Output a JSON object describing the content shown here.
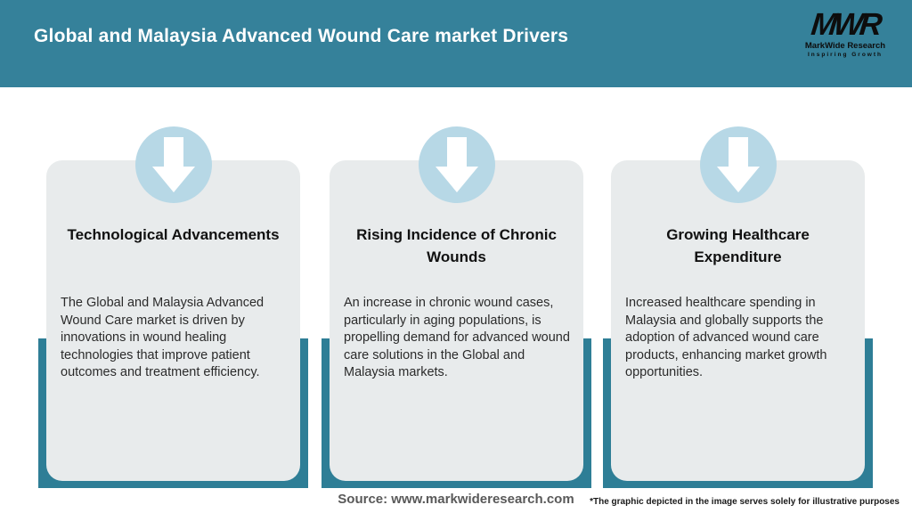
{
  "header": {
    "title": "Global and Malaysia Advanced Wound Care market Drivers",
    "logo": {
      "acronym": "MWR",
      "name": "MarkWide Research",
      "tagline": "Inspiring Growth"
    }
  },
  "cards": [
    {
      "icon": "down-arrow-icon",
      "title": "Technological Advancements",
      "body": "The Global and Malaysia Advanced Wound Care market is driven by innovations in wound healing technologies that improve patient outcomes and treatment efficiency."
    },
    {
      "icon": "down-arrow-icon",
      "title": "Rising Incidence of Chronic Wounds",
      "body": "An increase in chronic wound cases, particularly in aging populations, is propelling demand for advanced wound care solutions in the Global and Malaysia markets."
    },
    {
      "icon": "down-arrow-icon",
      "title": "Growing Healthcare Expenditure",
      "body": "Increased healthcare spending in Malaysia and globally supports the adoption of advanced wound care products, enhancing market growth opportunities."
    }
  ],
  "footer": {
    "source": "Source: www.markwideresearch.com",
    "disclaimer": "*The graphic depicted in the image serves solely for illustrative purposes"
  },
  "colors": {
    "header_bg": "#35819A",
    "accent_bar": "#2E7E96",
    "card_bg": "#E8EBEC",
    "icon_circle": "#B7D8E6",
    "arrow": "#FFFFFF"
  }
}
